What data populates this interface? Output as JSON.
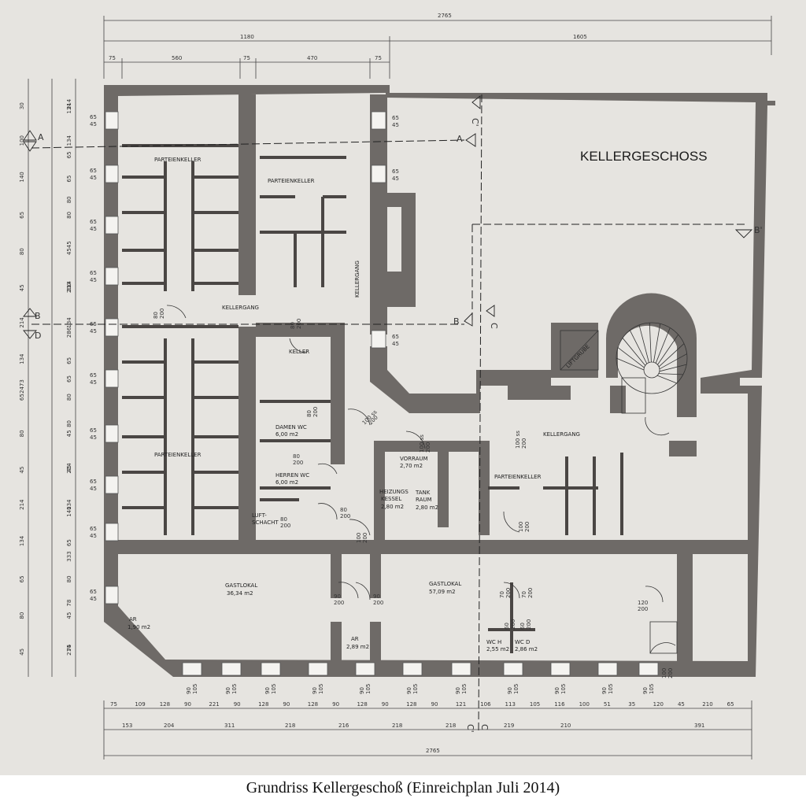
{
  "drawing": {
    "title": "KELLERGESCHOSS",
    "top_dims": {
      "total": "2765",
      "parts": [
        "1180",
        "1605"
      ],
      "sub": [
        "75",
        "560",
        "75",
        "470",
        "75"
      ]
    },
    "left_dims": {
      "total": "2473",
      "rows": [
        [
          "30",
          "100",
          "140",
          "65",
          "80",
          "45",
          "214",
          "134",
          "65",
          "80",
          "45",
          "214",
          "134",
          "65",
          "80",
          "45"
        ],
        [
          "214",
          "134",
          "65",
          "80",
          "45",
          "214",
          "134",
          "65",
          "80",
          "45",
          "214",
          "134",
          "65",
          "80",
          "45",
          "214"
        ],
        [
          "134",
          "65",
          "80",
          "45",
          "200",
          "286",
          "65",
          "80",
          "45",
          "140",
          "333",
          "78",
          "75"
        ]
      ]
    },
    "window_tags": [
      "65",
      "45"
    ],
    "section_marks": {
      "a1": "A",
      "a2": "A",
      "b1": "B",
      "b2": "B",
      "b3": "B'",
      "d": "D",
      "c1": "C'",
      "c2": "C",
      "c3": "C'",
      "c4": "C"
    },
    "rooms": {
      "parteienkeller_1": "PARTEIENKELLER",
      "parteienkeller_2": "PARTEIENKELLER",
      "parteienkeller_3": "PARTEIENKELLER",
      "parteienkeller_4": "PARTEIENKELLER",
      "kellergang_1": "KELLERGANG",
      "kellergang_2": "KELLERGANG",
      "kellergang_3": "KELLERGANG",
      "keller": "KELLER",
      "damen_wc": "DAMEN WC",
      "damen_wc_area": "6,00 m2",
      "herren_wc": "HERREN WC",
      "herren_wc_area": "6,00 m2",
      "luftschacht_1": "LUFT-",
      "luftschacht_2": "SCHACHT",
      "vorraum": "VORRAUM",
      "vorraum_area": "2,70 m2",
      "heizungs_1": "HEIZUNGS",
      "heizungs_2": "KESSEL",
      "heizungs_area": "2,80 m2",
      "tank_1": "TANK",
      "tank_2": "RAUM",
      "tank_area": "2,80 m2",
      "liftgrube": "LIFTGRUBE",
      "gastlokal_1": "GASTLOKAL",
      "gastlokal_1_area": "36,34 m2",
      "gastlokal_2": "GASTLOKAL",
      "gastlokal_2_area": "57,09 m2",
      "ar_1": "AR",
      "ar_1_area": "1,90 m2",
      "ar_2": "AR",
      "ar_2_area": "2,89 m2",
      "wc_h": "WC H",
      "wc_h_area": "2,55 m2",
      "wc_d": "WC D",
      "wc_d_area": "2,86 m2"
    },
    "door_tags": {
      "d1": [
        "80",
        "200"
      ],
      "d2": [
        "80",
        "200"
      ],
      "d3": [
        "80",
        "200"
      ],
      "d4": [
        "80",
        "200"
      ],
      "d5": [
        "80",
        "200"
      ],
      "d6": [
        "100 ss",
        "200"
      ],
      "d7": [
        "100 ss",
        "200"
      ],
      "d8": [
        "100 ss",
        "200"
      ],
      "d9": [
        "80",
        "200"
      ],
      "d10": [
        "100",
        "200"
      ],
      "d11": [
        "100",
        "200"
      ],
      "d12": [
        "90",
        "200"
      ],
      "d13": [
        "90",
        "200"
      ],
      "d14": [
        "70",
        "200"
      ],
      "d15": [
        "70",
        "200"
      ],
      "d16": [
        "60",
        "200"
      ],
      "d17": [
        "60",
        "200"
      ],
      "d18": [
        "120",
        "200"
      ],
      "d19": [
        "100",
        "200"
      ]
    },
    "window_bottom": [
      "90",
      "105"
    ],
    "bottom_dims_1": [
      "75",
      "109",
      "128",
      "90",
      "221",
      "90",
      "128",
      "90",
      "128",
      "90",
      "128",
      "90",
      "128",
      "90",
      "121",
      "106",
      "113",
      "105",
      "116",
      "100",
      "51",
      "35",
      "120",
      "45",
      "210",
      "65"
    ],
    "bottom_dims_2": [
      "153",
      "204",
      "311",
      "218",
      "216",
      "218",
      "218",
      "219",
      "210",
      "391"
    ],
    "bottom_total": "2765"
  },
  "caption": "Grundriss Kellergeschoß (Einreichplan Juli 2014)"
}
